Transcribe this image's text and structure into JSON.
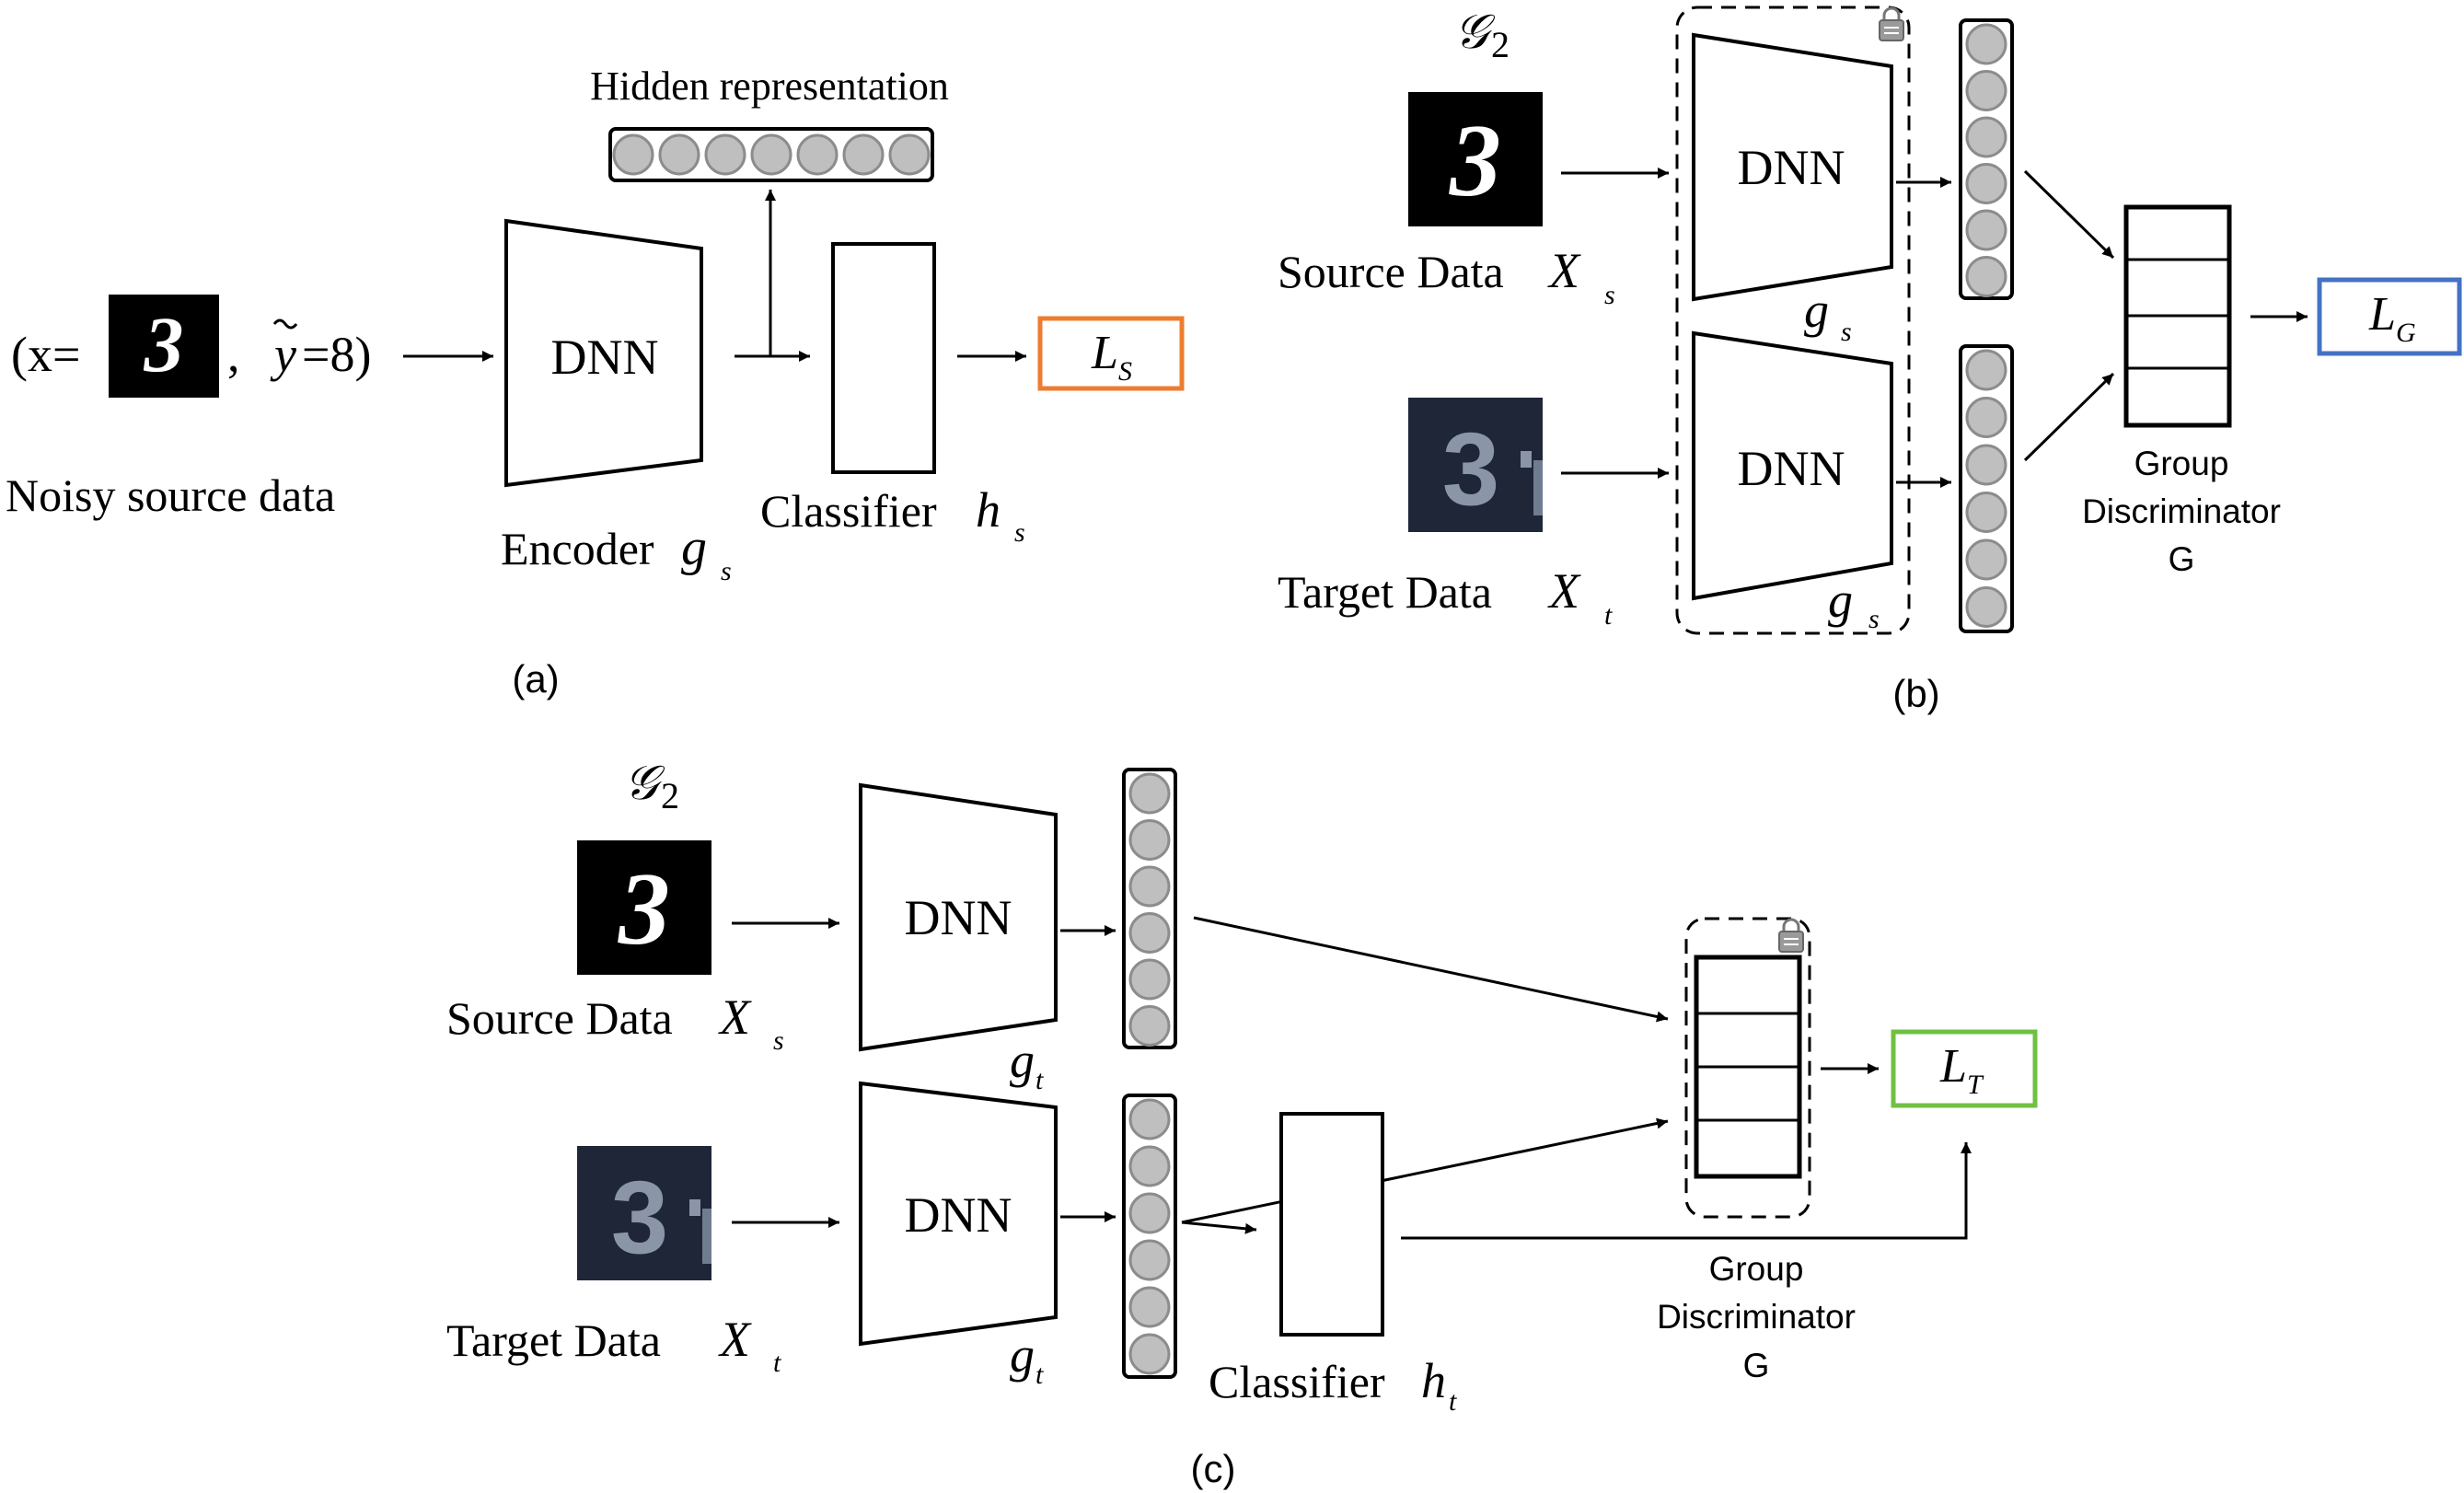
{
  "panel_a": {
    "input_prefix": "(x=",
    "input_mid": ",",
    "noisy_label_symbol": "y",
    "noisy_label_value": "=8)",
    "input_caption": "Noisy source data",
    "hidden_label": "Hidden representation",
    "dnn_label": "DNN",
    "encoder_word": "Encoder",
    "encoder_symbol": "g",
    "encoder_sub": "s",
    "classifier_word": "Classifier",
    "classifier_symbol": "h",
    "classifier_sub": "s",
    "loss_symbol": "L",
    "loss_sub": "S",
    "panel_label": "(a)"
  },
  "panel_b": {
    "group_symbol": "𝒢",
    "group_sub": "2",
    "source_word": "Source Data",
    "source_symbol": "X",
    "source_sub": "s",
    "target_word": "Target Data",
    "target_symbol": "X",
    "target_sub": "t",
    "dnn_top_label": "DNN",
    "dnn_bottom_label": "DNN",
    "enc_top_symbol": "g",
    "enc_top_sub": "s",
    "enc_bottom_symbol": "g",
    "enc_bottom_sub": "s",
    "disc_line1": "Group",
    "disc_line2": "Discriminator",
    "disc_line3": "G",
    "loss_symbol": "L",
    "loss_sub": "G",
    "panel_label": "(b)"
  },
  "panel_c": {
    "group_symbol": "𝒢",
    "group_sub": "2",
    "source_word": "Source Data",
    "source_symbol": "X",
    "source_sub": "s",
    "target_word": "Target Data",
    "target_symbol": "X",
    "target_sub": "t",
    "dnn_top_label": "DNN",
    "dnn_bottom_label": "DNN",
    "enc_top_symbol": "g",
    "enc_top_sub": "t",
    "enc_bottom_symbol": "g",
    "enc_bottom_sub": "t",
    "classifier_word": "Classifier",
    "classifier_symbol": "h",
    "classifier_sub": "t",
    "disc_line1": "Group",
    "disc_line2": "Discriminator",
    "disc_line3": "G",
    "loss_symbol": "L",
    "loss_sub": "T",
    "panel_label": "(c)"
  },
  "colors": {
    "loss_s_border": "#ee7d31",
    "loss_g_border": "#4472c4",
    "loss_t_border": "#70c042",
    "node_fill": "#bfbfbf",
    "node_stroke": "#8c8c8c",
    "ink": "#000000",
    "mnist_bg": "#000000",
    "svhn_bg": "#1f2638",
    "svhn_digit": "#8a96a8"
  },
  "images": {
    "mnist_digit": "3",
    "svhn_digit": "3"
  }
}
